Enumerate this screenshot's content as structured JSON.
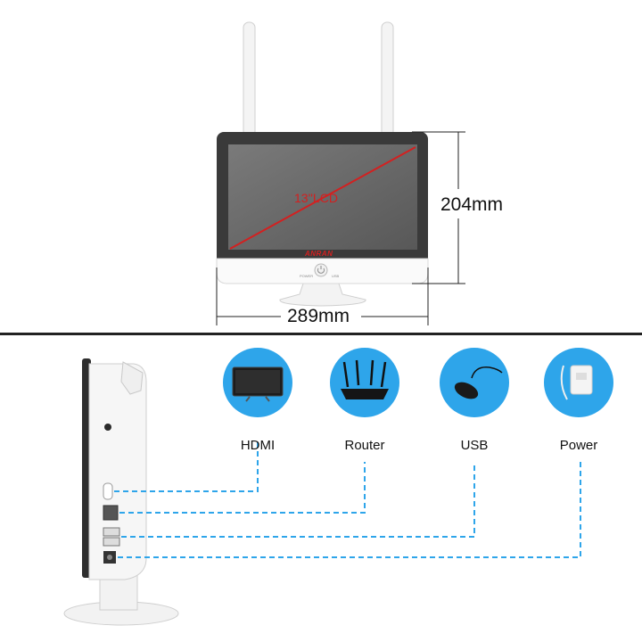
{
  "product": {
    "screen_label": "13''LCD",
    "brand_logo": "ANRAN",
    "button_left_label": "POWER",
    "button_right_label": "USB"
  },
  "dimensions": {
    "height_label": "204mm",
    "width_label": "289mm"
  },
  "ports": [
    {
      "label": "HDMI",
      "icon": "monitor-icon"
    },
    {
      "label": "Router",
      "icon": "router-icon"
    },
    {
      "label": "USB",
      "icon": "mouse-icon"
    },
    {
      "label": "Power",
      "icon": "power-adapter-icon"
    }
  ],
  "colors": {
    "accent_blue": "#2ea5ea",
    "screen_red_line": "#d32020",
    "bezel": "#3a3a3a"
  }
}
